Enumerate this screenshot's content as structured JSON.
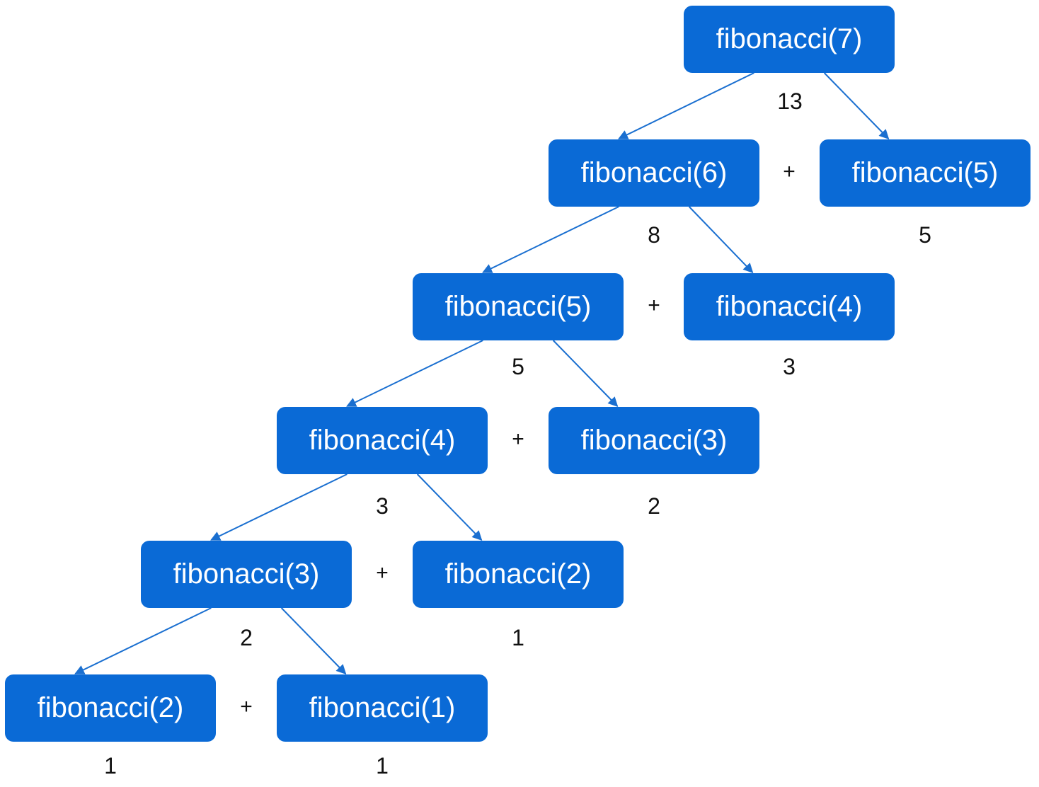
{
  "colors": {
    "node_fill": "#0a6ad6",
    "node_text": "#ffffff",
    "edge": "#1a6fd0",
    "label_text": "#111111"
  },
  "nodes": [
    {
      "id": "fib7",
      "label": "fibonacci(7)",
      "result": "13"
    },
    {
      "id": "fib6",
      "label": "fibonacci(6)",
      "result": "8"
    },
    {
      "id": "fib5b",
      "label": "fibonacci(5)",
      "result": "5"
    },
    {
      "id": "fib5",
      "label": "fibonacci(5)",
      "result": "5"
    },
    {
      "id": "fib4b",
      "label": "fibonacci(4)",
      "result": "3"
    },
    {
      "id": "fib4",
      "label": "fibonacci(4)",
      "result": "3"
    },
    {
      "id": "fib3b",
      "label": "fibonacci(3)",
      "result": "2"
    },
    {
      "id": "fib3",
      "label": "fibonacci(3)",
      "result": "2"
    },
    {
      "id": "fib2b",
      "label": "fibonacci(2)",
      "result": "1"
    },
    {
      "id": "fib2",
      "label": "fibonacci(2)",
      "result": "1"
    },
    {
      "id": "fib1",
      "label": "fibonacci(1)",
      "result": "1"
    }
  ],
  "edges": [
    {
      "from": "fib7",
      "to": "fib6"
    },
    {
      "from": "fib7",
      "to": "fib5b"
    },
    {
      "from": "fib6",
      "to": "fib5"
    },
    {
      "from": "fib6",
      "to": "fib4b"
    },
    {
      "from": "fib5",
      "to": "fib4"
    },
    {
      "from": "fib5",
      "to": "fib3b"
    },
    {
      "from": "fib4",
      "to": "fib3"
    },
    {
      "from": "fib4",
      "to": "fib2b"
    },
    {
      "from": "fib3",
      "to": "fib2"
    },
    {
      "from": "fib3",
      "to": "fib1"
    }
  ],
  "operators": [
    {
      "between": [
        "fib6",
        "fib5b"
      ],
      "symbol": "+"
    },
    {
      "between": [
        "fib5",
        "fib4b"
      ],
      "symbol": "+"
    },
    {
      "between": [
        "fib4",
        "fib3b"
      ],
      "symbol": "+"
    },
    {
      "between": [
        "fib3",
        "fib2b"
      ],
      "symbol": "+"
    },
    {
      "between": [
        "fib2",
        "fib1"
      ],
      "symbol": "+"
    }
  ]
}
